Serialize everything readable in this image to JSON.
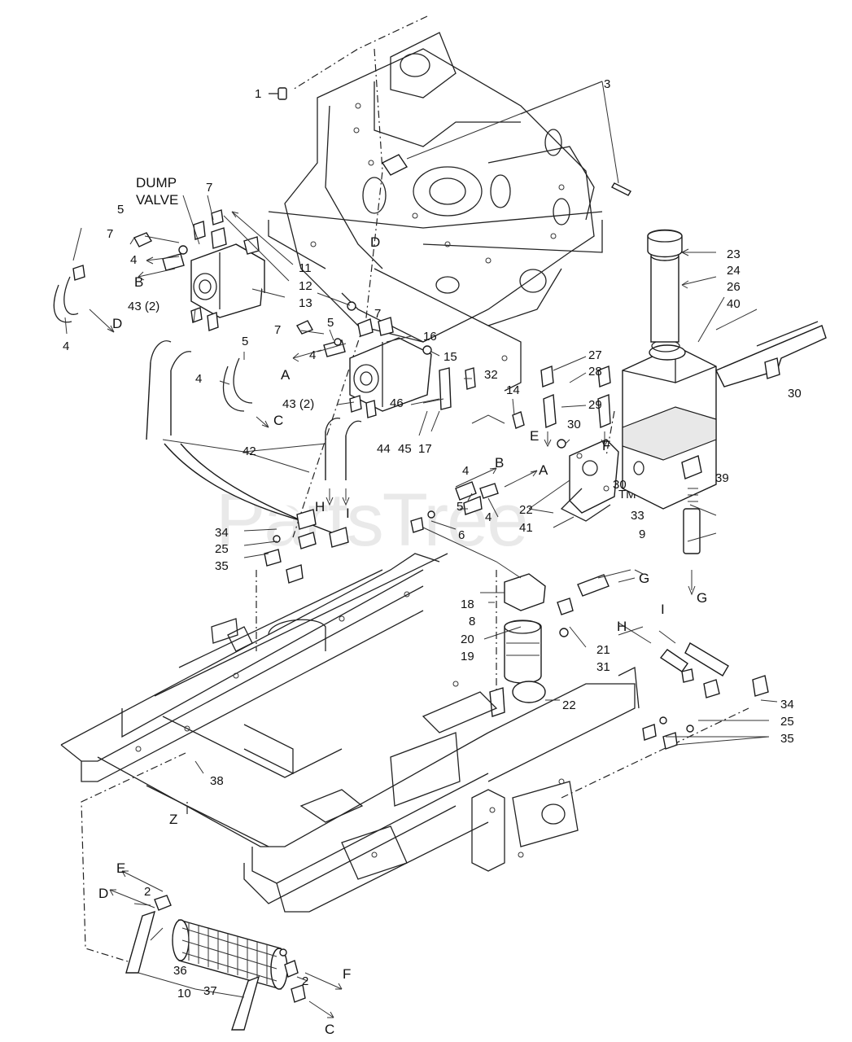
{
  "watermark": "PartsTree",
  "trademark": "TM",
  "part_labels": [
    {
      "text": "1"
    },
    {
      "text": "3"
    },
    {
      "text": "DUMP"
    },
    {
      "text": "VALVE"
    },
    {
      "text": "5"
    },
    {
      "text": "7"
    },
    {
      "text": "7"
    },
    {
      "text": "4"
    },
    {
      "text": "B"
    },
    {
      "text": "11"
    },
    {
      "text": "12"
    },
    {
      "text": "13"
    },
    {
      "text": "D"
    },
    {
      "text": "43 (2)"
    },
    {
      "text": "D"
    },
    {
      "text": "4"
    },
    {
      "text": "7"
    },
    {
      "text": "5"
    },
    {
      "text": "5"
    },
    {
      "text": "7"
    },
    {
      "text": "4"
    },
    {
      "text": "A"
    },
    {
      "text": "16"
    },
    {
      "text": "15"
    },
    {
      "text": "4"
    },
    {
      "text": "C"
    },
    {
      "text": "43 (2)"
    },
    {
      "text": "46"
    },
    {
      "text": "32"
    },
    {
      "text": "14"
    },
    {
      "text": "44"
    },
    {
      "text": "45"
    },
    {
      "text": "17"
    },
    {
      "text": "23"
    },
    {
      "text": "24"
    },
    {
      "text": "26"
    },
    {
      "text": "40"
    },
    {
      "text": "30"
    },
    {
      "text": "27"
    },
    {
      "text": "28"
    },
    {
      "text": "29"
    },
    {
      "text": "E"
    },
    {
      "text": "30"
    },
    {
      "text": "F"
    },
    {
      "text": "42"
    },
    {
      "text": "H"
    },
    {
      "text": "I"
    },
    {
      "text": "4"
    },
    {
      "text": "B"
    },
    {
      "text": "A"
    },
    {
      "text": "22"
    },
    {
      "text": "30"
    },
    {
      "text": "39"
    },
    {
      "text": "33"
    },
    {
      "text": "9"
    },
    {
      "text": "G"
    },
    {
      "text": "G"
    },
    {
      "text": "5"
    },
    {
      "text": "4"
    },
    {
      "text": "41"
    },
    {
      "text": "6"
    },
    {
      "text": "34"
    },
    {
      "text": "25"
    },
    {
      "text": "35"
    },
    {
      "text": "18"
    },
    {
      "text": "8"
    },
    {
      "text": "20"
    },
    {
      "text": "19"
    },
    {
      "text": "21"
    },
    {
      "text": "31"
    },
    {
      "text": "I"
    },
    {
      "text": "H"
    },
    {
      "text": "22"
    },
    {
      "text": "34"
    },
    {
      "text": "25"
    },
    {
      "text": "35"
    },
    {
      "text": "38"
    },
    {
      "text": "Z"
    },
    {
      "text": "E"
    },
    {
      "text": "D"
    },
    {
      "text": "2"
    },
    {
      "text": "36"
    },
    {
      "text": "10"
    },
    {
      "text": "37"
    },
    {
      "text": "2"
    },
    {
      "text": "F"
    },
    {
      "text": "C"
    }
  ]
}
